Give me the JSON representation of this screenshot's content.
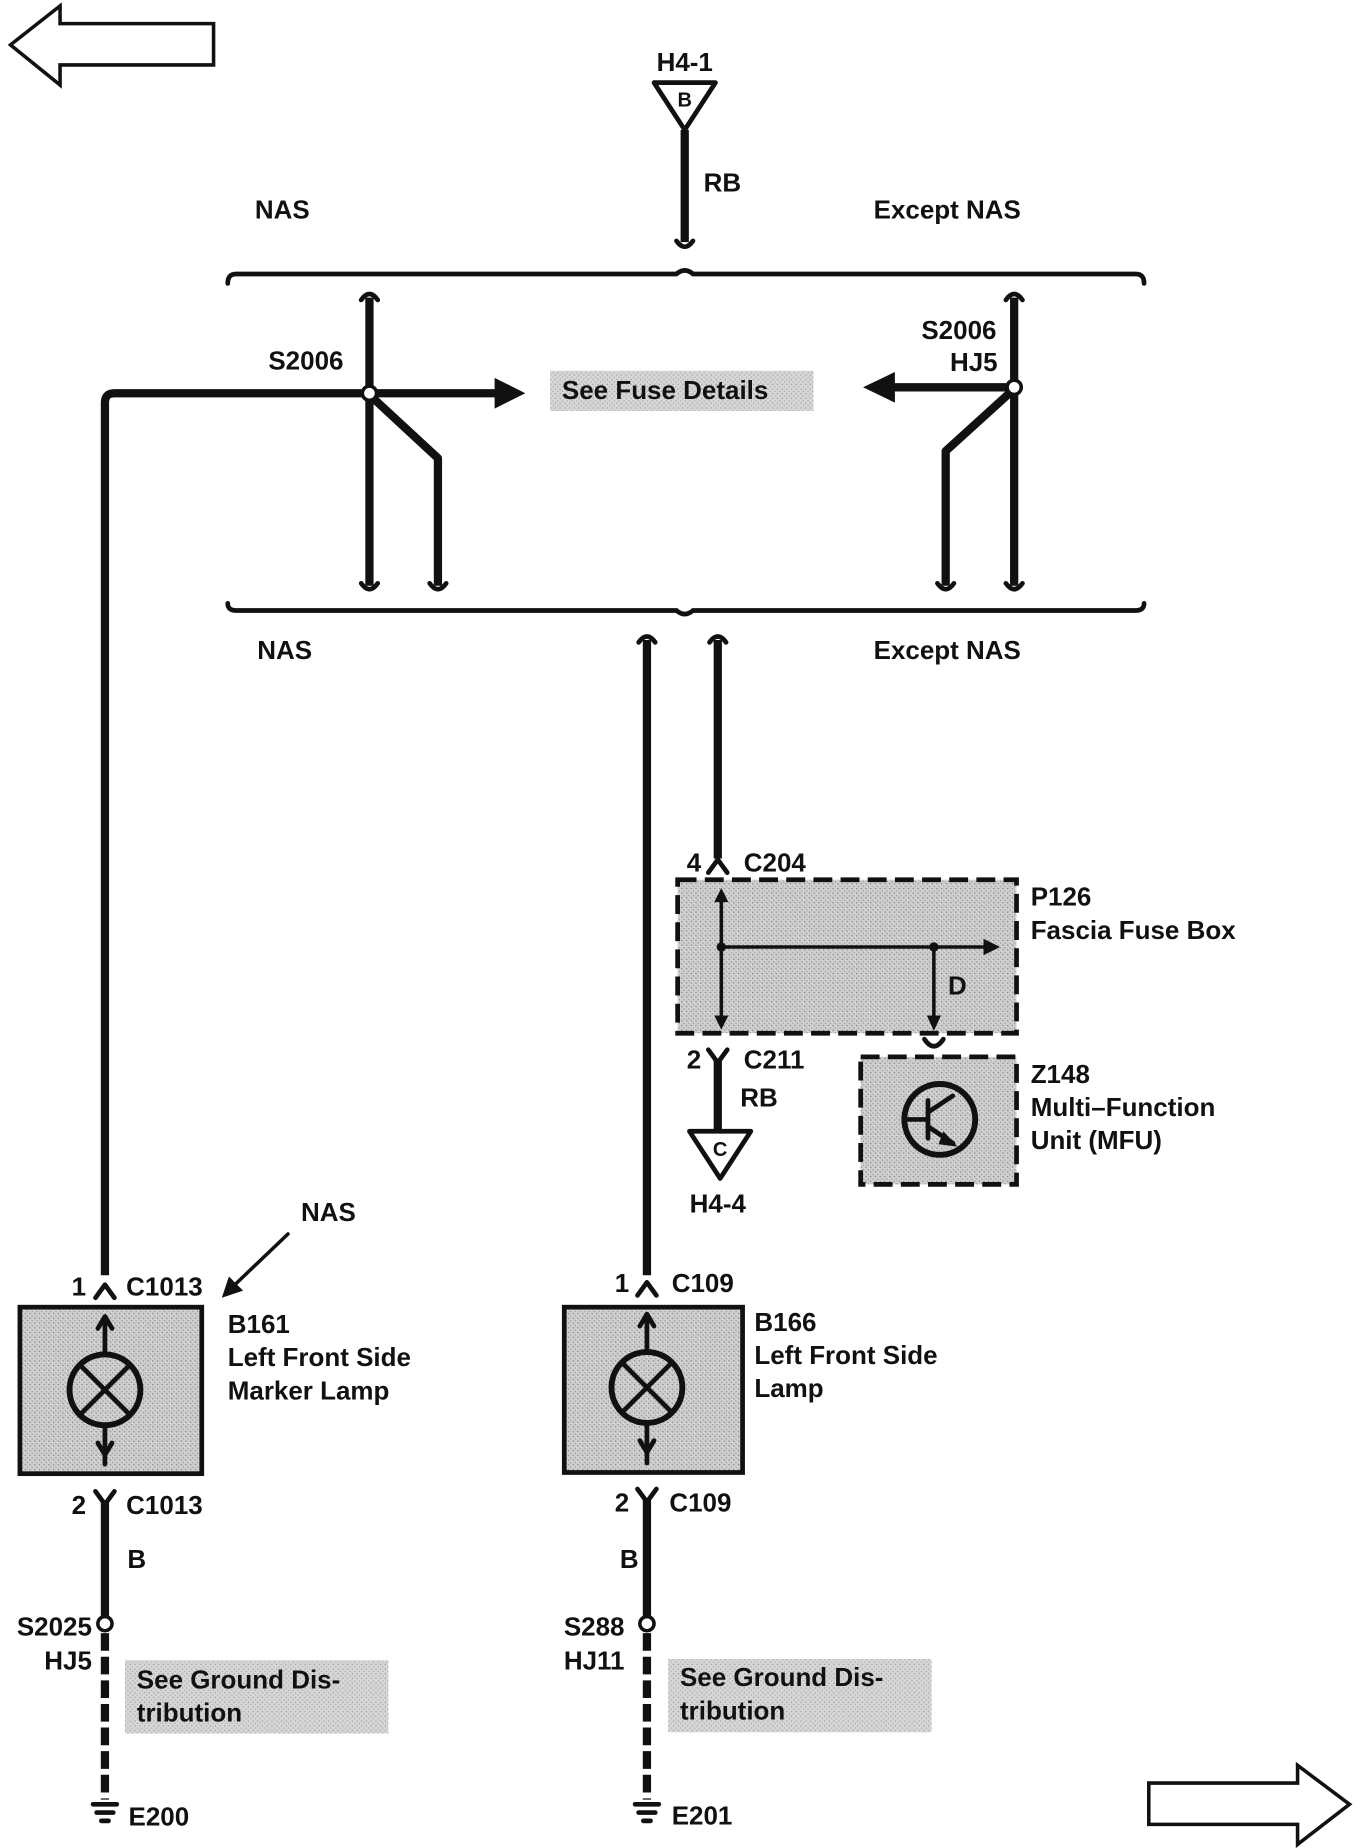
{
  "icons": {
    "back": "back-arrow-icon",
    "forward": "forward-arrow-icon",
    "lamp": "lamp-icon",
    "transistor": "transistor-icon",
    "ground": "ground-icon"
  },
  "colors": {
    "ink": "#111111",
    "panel_fill": "#cdcdcd",
    "background": "#ffffff"
  },
  "feed_top": {
    "label": "H4-1",
    "letter": "B",
    "wire_color": "RB"
  },
  "fuse_section": {
    "top_left": "NAS",
    "top_right": "Except NAS",
    "splice_left": "S2006",
    "splice_right": "S2006",
    "splice_right_harness": "HJ5",
    "link": "See Fuse Details",
    "bottom_left": "NAS",
    "bottom_right": "Except NAS"
  },
  "fascia_fuse_box": {
    "pin_in": "4",
    "connector_in": "C204",
    "id": "P126",
    "name": "Fascia Fuse Box",
    "output": "D",
    "pin_out": "2",
    "connector_out": "C211",
    "wire_color": "RB",
    "ref_letter": "C",
    "ref_label": "H4-4"
  },
  "mfu": {
    "id": "Z148",
    "name_line1": "Multi–Function",
    "name_line2": "Unit (MFU)"
  },
  "left_lamp": {
    "callout": "NAS",
    "pin_top": "1",
    "connector_top": "C1013",
    "id": "B161",
    "name_line1": "Left Front Side",
    "name_line2": "Marker Lamp",
    "pin_bottom": "2",
    "connector_bottom": "C1013",
    "wire_color": "B",
    "splice": "S2025",
    "harness": "HJ5",
    "link_line1": "See Ground Dis-",
    "link_line2": "tribution",
    "ground": "E200"
  },
  "right_lamp": {
    "pin_top": "1",
    "connector_top": "C109",
    "id": "B166",
    "name_line1": "Left Front Side",
    "name_line2": "Lamp",
    "pin_bottom": "2",
    "connector_bottom": "C109",
    "wire_color": "B",
    "splice": "S288",
    "harness": "HJ11",
    "link_line1": "See Ground Dis-",
    "link_line2": "tribution",
    "ground": "E201"
  }
}
